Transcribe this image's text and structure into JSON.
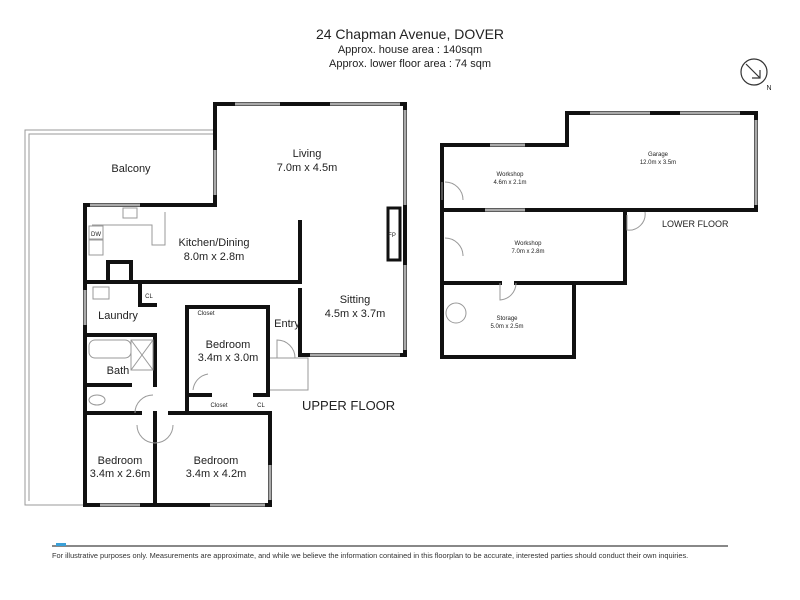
{
  "header": {
    "title": "24 Chapman Avenue, DOVER",
    "house_area": "Approx. house area : 140sqm",
    "lower_area": "Approx. lower floor area : 74 sqm"
  },
  "compass": {
    "label": "N",
    "icon": "north-arrow-icon"
  },
  "upper_floor": {
    "label": "UPPER FLOOR",
    "rooms": [
      {
        "name": "Balcony"
      },
      {
        "name": "Living",
        "size": "7.0m x 4.5m"
      },
      {
        "name": "Kitchen/Dining",
        "size": "8.0m x 2.8m"
      },
      {
        "name": "Sitting",
        "size": "4.5m x 3.7m"
      },
      {
        "name": "Laundry"
      },
      {
        "name": "Bath"
      },
      {
        "name": "Entry"
      },
      {
        "name": "Bedroom",
        "size": "3.4m x 3.0m"
      },
      {
        "name": "Bedroom",
        "size": "3.4m x 2.6m"
      },
      {
        "name": "Bedroom",
        "size": "3.4m x 4.2m"
      }
    ],
    "fixtures": {
      "dw": "DW",
      "fp": "FP",
      "cl": "CL",
      "closet": "Closet"
    }
  },
  "lower_floor": {
    "label": "LOWER FLOOR",
    "rooms": [
      {
        "name": "Garage",
        "size": "12.0m x 3.5m"
      },
      {
        "name": "Workshop",
        "size": "4.6m x 2.1m"
      },
      {
        "name": "Workshop",
        "size": "7.0m x 2.8m"
      },
      {
        "name": "Storage",
        "size": "5.0m x 2.5m"
      }
    ]
  },
  "footer": {
    "disclaimer": "For illustrative purposes only. Measurements are approximate, and while we believe the information contained in this floorplan to be accurate, interested parties should conduct their own inquiries."
  }
}
